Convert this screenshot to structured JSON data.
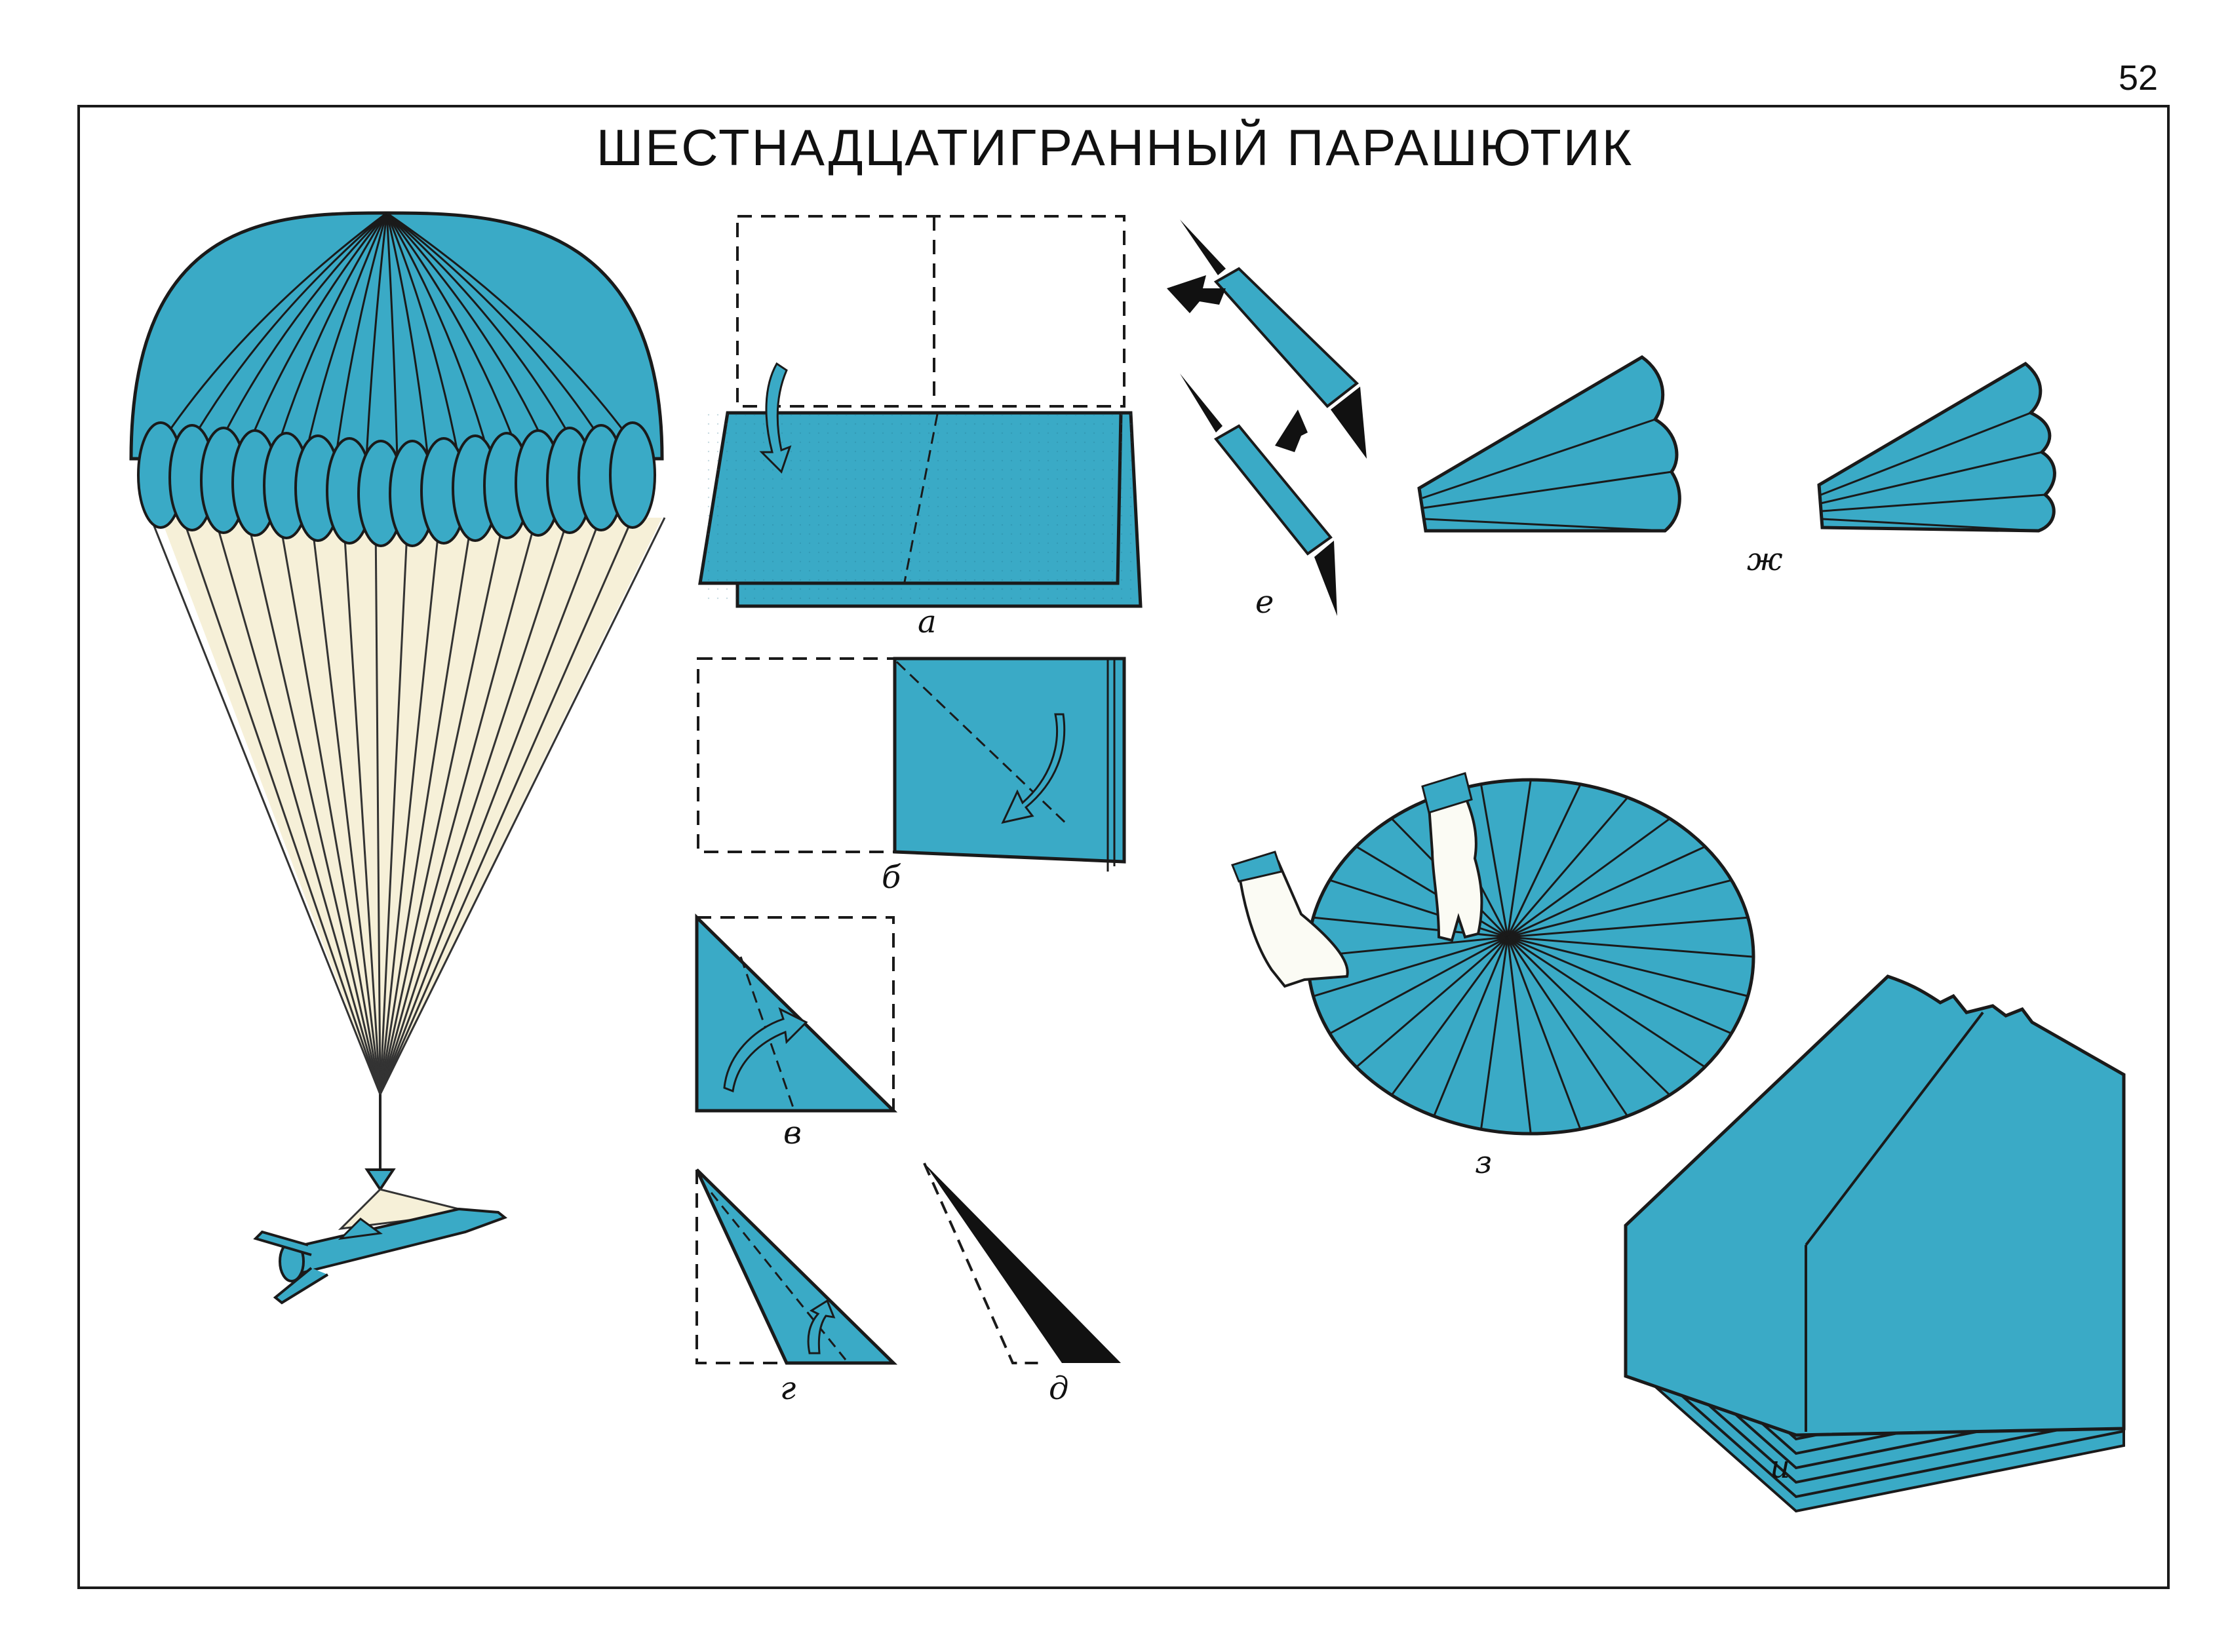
{
  "page_number": "52",
  "title": "ШЕСТНАДЦАТИГРАННЫЙ ПАРАШЮТИК",
  "step_labels": {
    "a": "а",
    "b": "б",
    "v": "в",
    "g": "г",
    "d": "д",
    "e": "е",
    "zh": "ж",
    "z": "з",
    "i": "и"
  },
  "colors": {
    "paper_blue": "#3aaac6",
    "outline": "#1a1a1a",
    "lines_cream": "#f6f0d8",
    "hand": "#fbfbf4"
  }
}
